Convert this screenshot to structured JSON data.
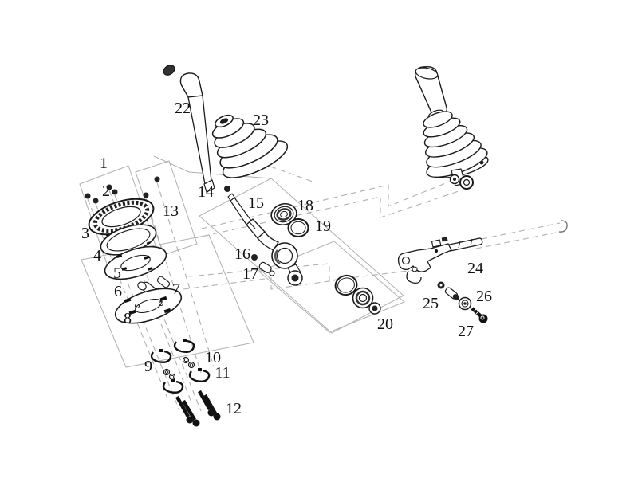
{
  "diagram": {
    "kind": "exploded-parts-diagram",
    "colors": {
      "part_line": "#1a1a1a",
      "guide_line": "#b0b0b0",
      "dark_fill": "#222222",
      "background": "#ffffff",
      "label_color": "#111111"
    }
  },
  "labels": {
    "p1": "1",
    "p2": "2",
    "p3": "3",
    "p4": "4",
    "p5": "5",
    "p6": "6",
    "p7": "7",
    "p8": "8",
    "p9": "9",
    "p10": "10",
    "p11": "11",
    "p12": "12",
    "p13": "13",
    "p14": "14",
    "p15": "15",
    "p16": "16",
    "p17": "17",
    "p18": "18",
    "p19": "19",
    "p20": "20",
    "p22": "22",
    "p23": "23",
    "p24": "24",
    "p25": "25",
    "p26": "26",
    "p27": "27"
  }
}
